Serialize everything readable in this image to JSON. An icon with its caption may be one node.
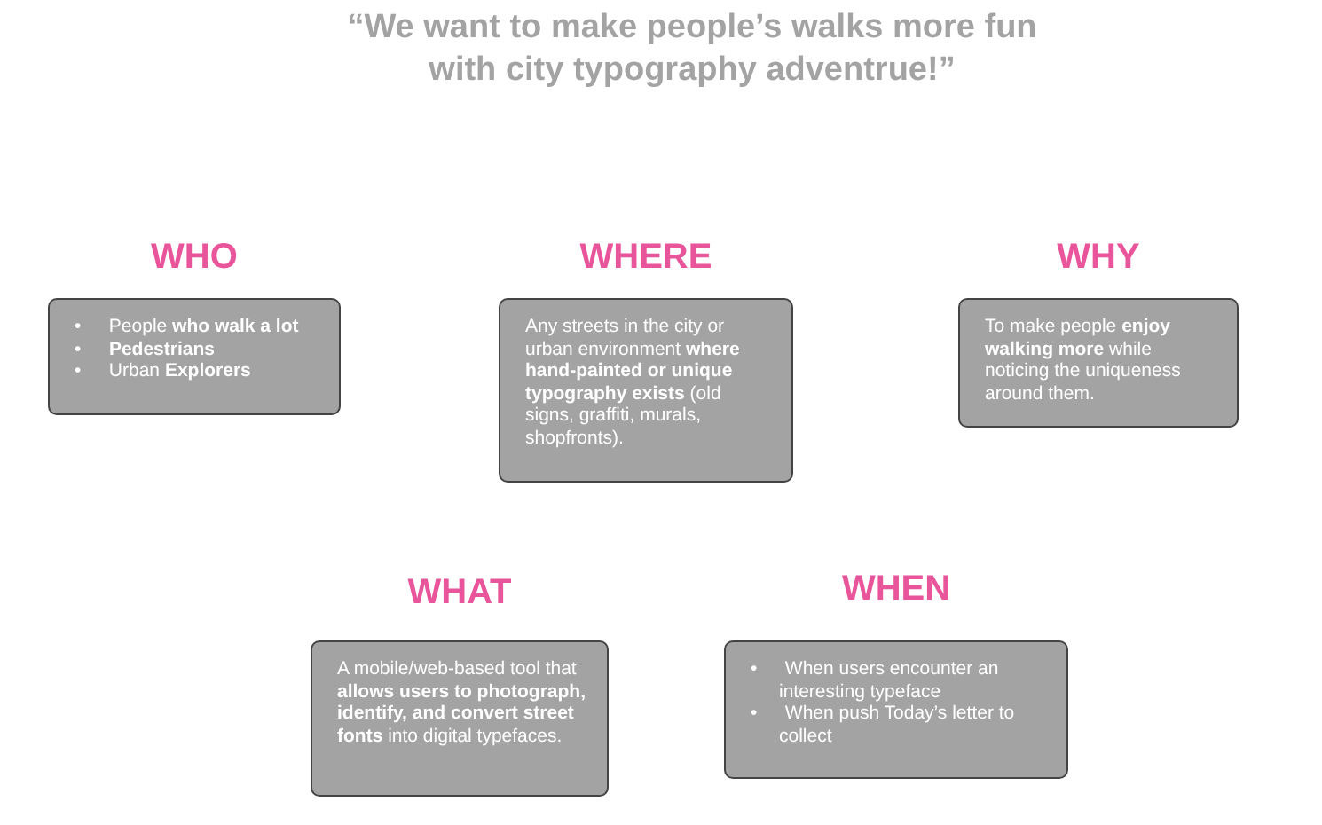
{
  "diagram": {
    "title": "“We want to **make people’s walks more fun** with city typography adventrue!”",
    "nodes": [
      {
        "text": [
          "WHO",
          "• People **who walk a lot**",
          "• **Pedestrians**",
          "• Urban **Explorers**"
        ]
      },
      {
        "text": [
          "WHERE",
          "Any streets in the city or urban environment **where hand-painted or unique typography exists** (old signs, graffiti, murals, shopfronts)."
        ]
      },
      {
        "text": [
          "WHY",
          "To make people **enjoy walking more** while noticing the uniqueness around them."
        ]
      },
      {
        "text": [
          "WHAT",
          "A mobile/web-based tool that **allows users to photograph, identify, and convert street fonts** into digital typefaces."
        ]
      },
      {
        "text": [
          "WHEN",
          "• When users encounter an interesting typeface",
          "• When push Today’s letter to collect"
        ]
      }
    ]
  }
}
